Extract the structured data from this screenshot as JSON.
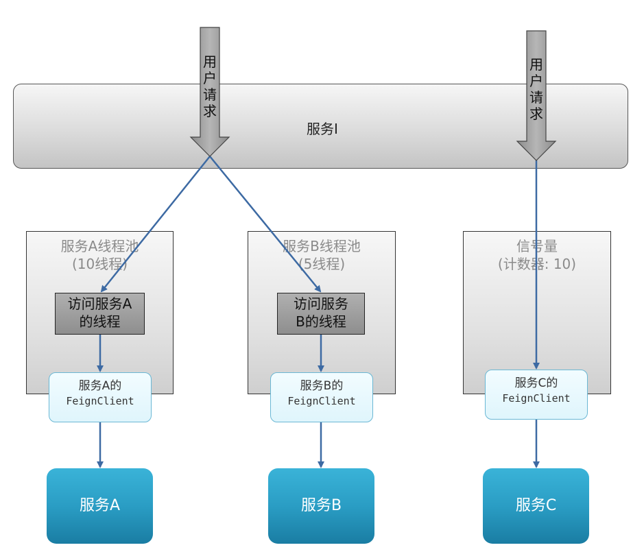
{
  "service_i": {
    "label": "服务I"
  },
  "user_request": {
    "label": "用户请求",
    "chars": [
      "用",
      "户",
      "请",
      "求"
    ]
  },
  "pools": [
    {
      "title_line1": "服务A线程池",
      "title_line2": "(10线程)",
      "thread_line1": "访问服务A",
      "thread_line2": "的线程"
    },
    {
      "title_line1": "服务B线程池",
      "title_line2": "(5线程)",
      "thread_line1": "访问服务",
      "thread_line2": "B的线程"
    },
    {
      "title_line1": "信号量",
      "title_line2": "(计数器: 10)"
    }
  ],
  "feign_clients": [
    {
      "line1": "服务A的",
      "line2": "FeignClient"
    },
    {
      "line1": "服务B的",
      "line2": "FeignClient"
    },
    {
      "line1": "服务C的",
      "line2": "FeignClient"
    }
  ],
  "services": [
    {
      "label": "服务A"
    },
    {
      "label": "服务B"
    },
    {
      "label": "服务C"
    }
  ],
  "colors": {
    "connector": "#3d6aa3",
    "service_box": "#2a9dc4",
    "feign_border": "#6ab7d4",
    "request_arrow": "#9e9e9e"
  }
}
